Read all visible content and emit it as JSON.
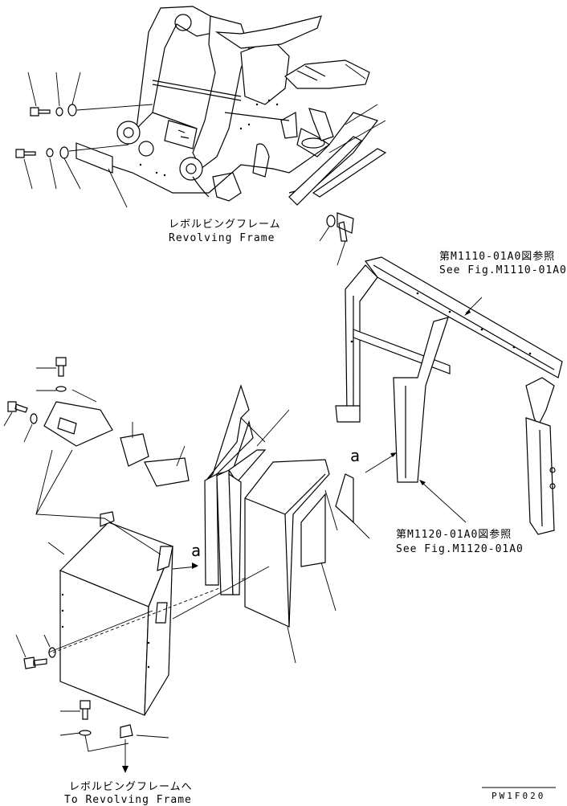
{
  "labels": {
    "revolving_frame_ja": "レボルビングフレーム",
    "revolving_frame_en": "Revolving Frame",
    "see_fig_1_ja": "第M1110-01A0図参照",
    "see_fig_1_en": "See Fig.M1110-01A0",
    "see_fig_2_ja": "第M1120-01A0図参照",
    "see_fig_2_en": "See Fig.M1120-01A0",
    "to_revolving_frame_ja": "レボルビングフレームへ",
    "to_revolving_frame_en": "To Revolving Frame",
    "callout_a_upper": "a",
    "callout_a_lower": "a",
    "drawing_code": "PW1F020"
  }
}
